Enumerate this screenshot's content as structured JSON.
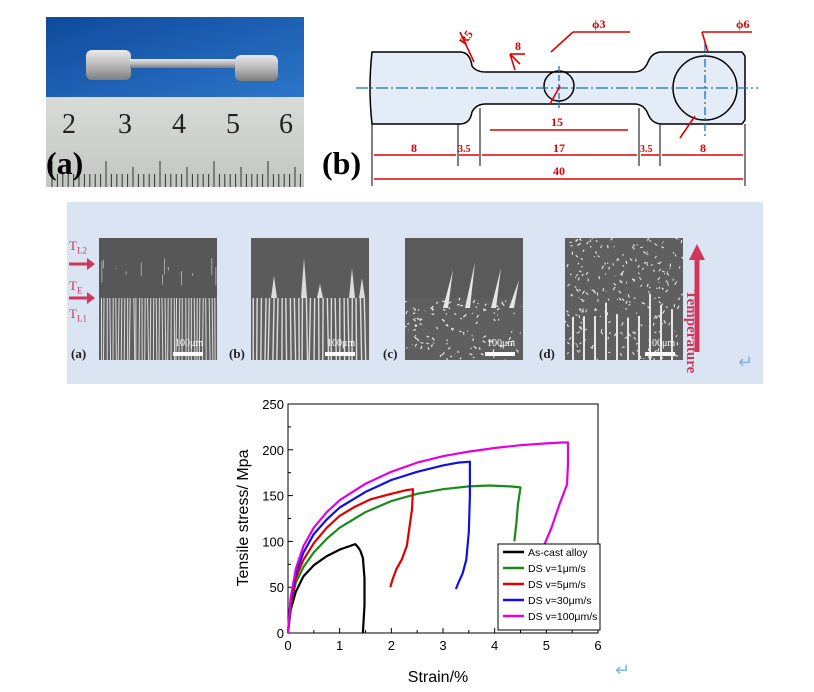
{
  "panel_labels": {
    "photo": "(a)",
    "drawing": "(b)"
  },
  "ruler": {
    "numbers": [
      "2",
      "3",
      "4",
      "5",
      "6"
    ]
  },
  "drawing": {
    "dims": {
      "r5": "R5",
      "phi3": "ϕ3",
      "phi6": "ϕ6",
      "rough": "8",
      "d15": "15",
      "d8a": "8",
      "d35a": "3.5",
      "d17": "17",
      "d35b": "3.5",
      "d8b": "8",
      "d40": "40"
    },
    "colors": {
      "dim": "#e00000",
      "center": "#1a6fc4",
      "fill": "#e4ecf7"
    }
  },
  "micrographs": {
    "panels": [
      {
        "label": "(a)",
        "scale": "100μm"
      },
      {
        "label": "(b)",
        "scale": "100μm"
      },
      {
        "label": "(c)",
        "scale": "100μm"
      },
      {
        "label": "(d)",
        "scale": "100μm"
      }
    ],
    "temps": [
      {
        "main": "T",
        "sub": "L2"
      },
      {
        "main": "T",
        "sub": "E"
      },
      {
        "main": "T",
        "sub": "L1"
      }
    ],
    "axis_label": "Temperature",
    "accent": "#d0365a"
  },
  "return_mark_1": "↵",
  "return_mark_2": "↵",
  "chart_data": {
    "type": "line",
    "xlabel": "Strain/%",
    "ylabel": "Tensile stress/ Mpa",
    "xlim": [
      0,
      6
    ],
    "ylim": [
      0,
      250
    ],
    "xticks": [
      0,
      1,
      2,
      3,
      4,
      5,
      6
    ],
    "yticks": [
      0,
      50,
      100,
      150,
      200,
      250
    ],
    "grid": false,
    "legend_position": "bottom-right",
    "series": [
      {
        "name": "As-cast alloy",
        "color": "#000000",
        "points": [
          [
            0,
            0
          ],
          [
            0.05,
            25
          ],
          [
            0.15,
            45
          ],
          [
            0.3,
            62
          ],
          [
            0.5,
            74
          ],
          [
            0.75,
            84
          ],
          [
            1.0,
            91
          ],
          [
            1.2,
            95
          ],
          [
            1.3,
            97
          ],
          [
            1.35,
            94
          ],
          [
            1.4,
            90
          ],
          [
            1.45,
            82
          ],
          [
            1.48,
            60
          ],
          [
            1.48,
            30
          ],
          [
            1.46,
            10
          ],
          [
            1.45,
            0
          ]
        ]
      },
      {
        "name": "DS v=1μm/s",
        "color": "#1a8a1a",
        "points": [
          [
            0,
            0
          ],
          [
            0.05,
            30
          ],
          [
            0.15,
            55
          ],
          [
            0.3,
            72
          ],
          [
            0.5,
            88
          ],
          [
            0.75,
            103
          ],
          [
            1.0,
            115
          ],
          [
            1.5,
            132
          ],
          [
            2.0,
            144
          ],
          [
            2.5,
            152
          ],
          [
            3.0,
            157
          ],
          [
            3.5,
            160
          ],
          [
            3.9,
            161
          ],
          [
            4.3,
            160
          ],
          [
            4.5,
            159
          ],
          [
            4.45,
            140
          ],
          [
            4.42,
            120
          ],
          [
            4.38,
            100
          ]
        ]
      },
      {
        "name": "DS v=5μm/s",
        "color": "#e00000",
        "points": [
          [
            0,
            0
          ],
          [
            0.05,
            30
          ],
          [
            0.15,
            60
          ],
          [
            0.3,
            80
          ],
          [
            0.5,
            98
          ],
          [
            0.75,
            115
          ],
          [
            1.0,
            128
          ],
          [
            1.3,
            138
          ],
          [
            1.6,
            146
          ],
          [
            2.0,
            152
          ],
          [
            2.3,
            156
          ],
          [
            2.42,
            157
          ],
          [
            2.4,
            135
          ],
          [
            2.35,
            115
          ],
          [
            2.3,
            95
          ],
          [
            2.2,
            80
          ],
          [
            2.1,
            70
          ],
          [
            2.02,
            58
          ],
          [
            1.98,
            50
          ]
        ]
      },
      {
        "name": "DS v=30μm/s",
        "color": "#1010e0",
        "points": [
          [
            0,
            0
          ],
          [
            0.05,
            35
          ],
          [
            0.15,
            65
          ],
          [
            0.3,
            88
          ],
          [
            0.5,
            108
          ],
          [
            0.75,
            124
          ],
          [
            1.0,
            137
          ],
          [
            1.5,
            154
          ],
          [
            2.0,
            167
          ],
          [
            2.5,
            176
          ],
          [
            3.0,
            183
          ],
          [
            3.3,
            186
          ],
          [
            3.52,
            187
          ],
          [
            3.52,
            150
          ],
          [
            3.5,
            110
          ],
          [
            3.45,
            80
          ],
          [
            3.38,
            65
          ],
          [
            3.3,
            55
          ],
          [
            3.25,
            48
          ]
        ]
      },
      {
        "name": "DS v=100μm/s",
        "color": "#e000e0",
        "points": [
          [
            0,
            0
          ],
          [
            0.05,
            38
          ],
          [
            0.15,
            70
          ],
          [
            0.3,
            95
          ],
          [
            0.5,
            115
          ],
          [
            0.75,
            132
          ],
          [
            1.0,
            145
          ],
          [
            1.5,
            163
          ],
          [
            2.0,
            176
          ],
          [
            2.5,
            186
          ],
          [
            3.0,
            193
          ],
          [
            3.5,
            198
          ],
          [
            4.0,
            202
          ],
          [
            4.5,
            205
          ],
          [
            5.0,
            207
          ],
          [
            5.3,
            208
          ],
          [
            5.42,
            208
          ],
          [
            5.42,
            185
          ],
          [
            5.4,
            162
          ],
          [
            5.25,
            140
          ],
          [
            5.1,
            115
          ],
          [
            4.95,
            95
          ]
        ]
      }
    ]
  }
}
